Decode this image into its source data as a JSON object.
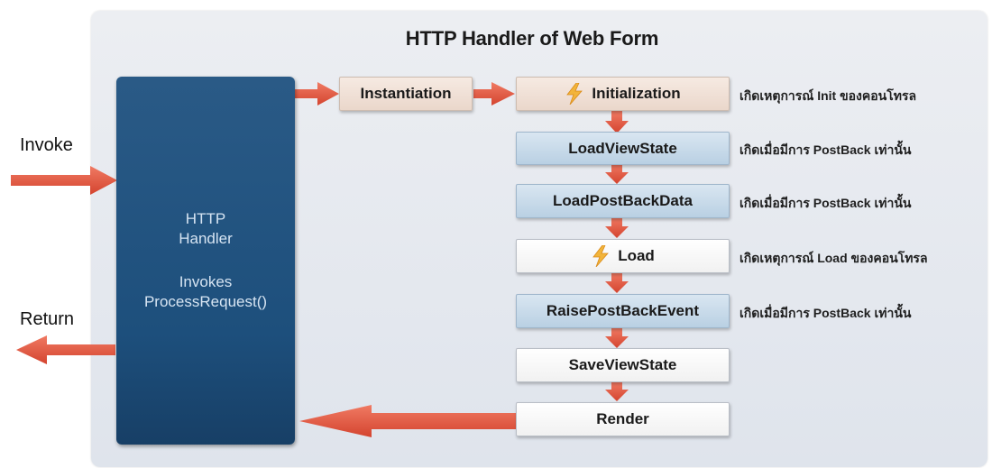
{
  "diagram": {
    "title": "HTTP Handler of Web Form",
    "invoke_label": "Invoke",
    "return_label": "Return",
    "handler": {
      "line1": "HTTP",
      "line2": "Handler",
      "line3": "Invokes",
      "line4": "ProcessRequest()"
    },
    "instantiation": "Instantiation",
    "stages": [
      {
        "label": "Initialization",
        "style": "tan",
        "icon": "lightning-icon",
        "note": "เกิดเหตุการณ์ Init ของคอนโทรล"
      },
      {
        "label": "LoadViewState",
        "style": "blue",
        "note": "เกิดเมื่อมีการ PostBack เท่านั้น"
      },
      {
        "label": "LoadPostBackData",
        "style": "blue",
        "note": "เกิดเมื่อมีการ PostBack เท่านั้น"
      },
      {
        "label": "Load",
        "style": "white",
        "icon": "lightning-icon",
        "note": "เกิดเหตุการณ์ Load ของคอนโทรล"
      },
      {
        "label": "RaisePostBackEvent",
        "style": "blue",
        "note": "เกิดเมื่อมีการ PostBack เท่านั้น"
      },
      {
        "label": "SaveViewState",
        "style": "white"
      },
      {
        "label": "Render",
        "style": "white"
      }
    ],
    "colors": {
      "arrow": "#e05a45",
      "handler_fill": "#1d4f7c",
      "stage_blue": "#c5d8e8"
    }
  }
}
